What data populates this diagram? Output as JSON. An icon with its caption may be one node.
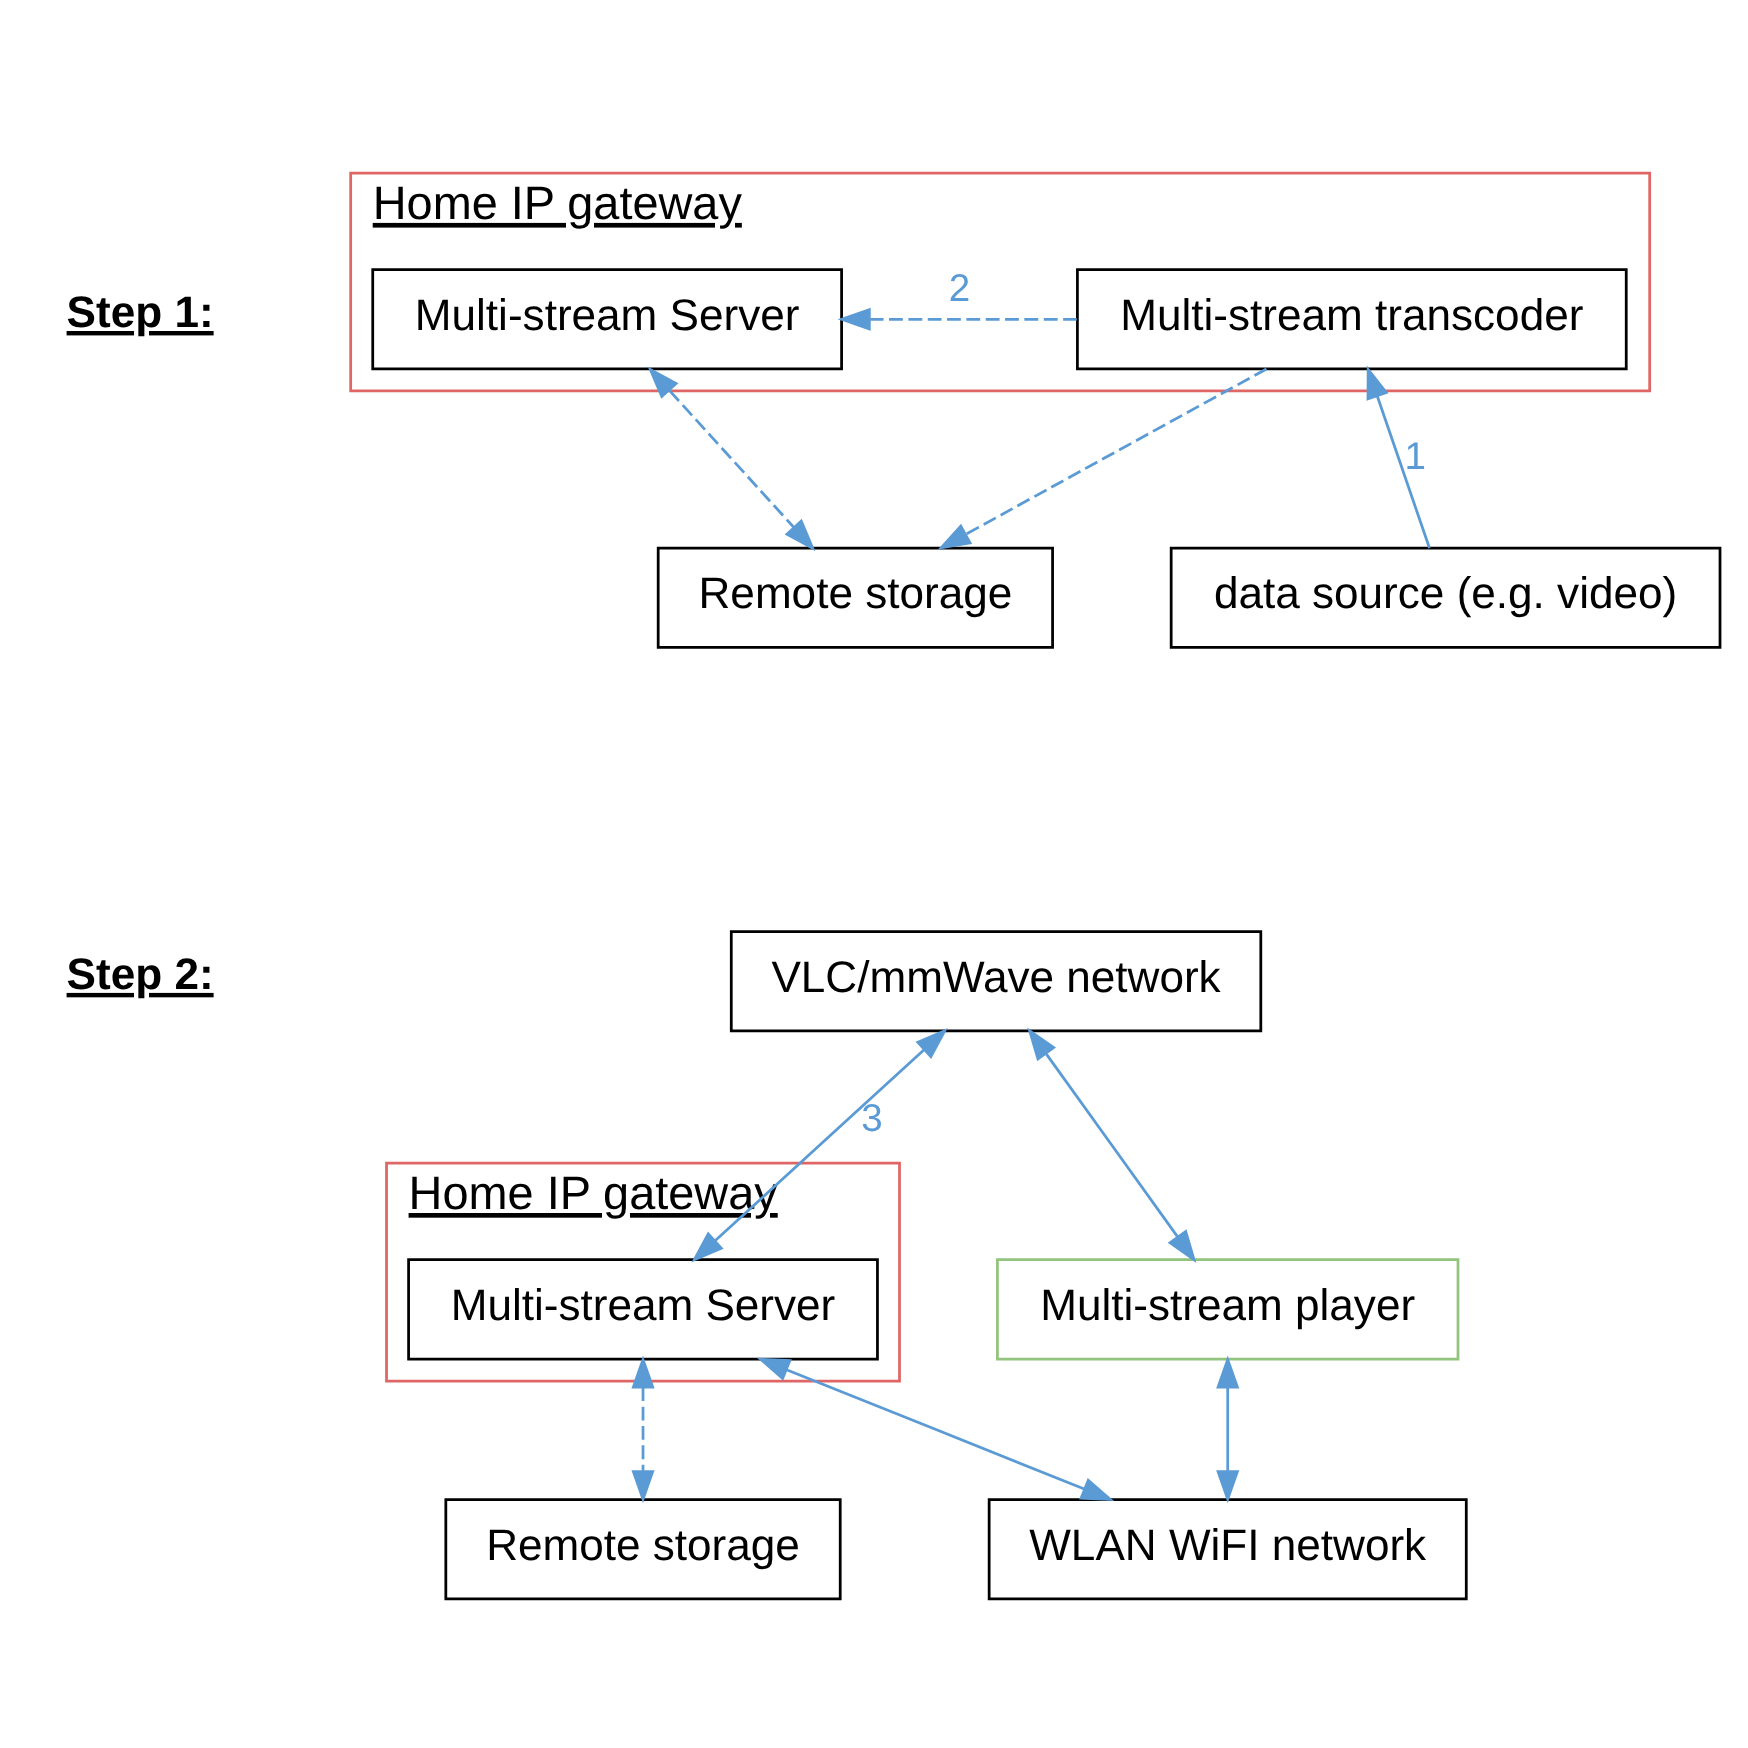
{
  "diagram": {
    "nodes": [
      {
        "text": [
          "Home IP gateway"
        ]
      },
      {
        "text": [
          "Multi-stream Server"
        ],
        "in": 0
      },
      {
        "text": [
          "Multi-stream transcoder"
        ],
        "in": 0
      },
      {
        "text": [
          "Remote storage"
        ]
      },
      {
        "text": [
          "data source (e.g. video)"
        ]
      },
      {
        "text": [
          "VLC/mmWave network"
        ]
      },
      {
        "text": [
          "Home IP gateway"
        ]
      },
      {
        "text": [
          "Multi-stream Server"
        ],
        "in": 6
      },
      {
        "text": [
          "Multi-stream player"
        ]
      },
      {
        "text": [
          "Remote storage"
        ]
      },
      {
        "text": [
          "WLAN WiFI network"
        ]
      }
    ],
    "edges": [
      {
        "from": 2,
        "to": 1,
        "arrow": "to",
        "label": "2",
        "style": "dashed"
      },
      {
        "from": 1,
        "to": 3,
        "arrow": "both",
        "style": "dashed"
      },
      {
        "from": 2,
        "to": 3,
        "arrow": "to",
        "style": "dashed"
      },
      {
        "from": 4,
        "to": 2,
        "arrow": "to",
        "label": "1"
      },
      {
        "from": 5,
        "to": 7,
        "arrow": "both",
        "label": "3"
      },
      {
        "from": 5,
        "to": 8,
        "arrow": "both"
      },
      {
        "from": 8,
        "to": 10,
        "arrow": "both"
      },
      {
        "from": 10,
        "to": 7,
        "arrow": "both"
      },
      {
        "from": 7,
        "to": 9,
        "arrow": "both",
        "style": "dashed"
      }
    ],
    "labels": [
      "Step 1:",
      "Step 2:"
    ]
  }
}
